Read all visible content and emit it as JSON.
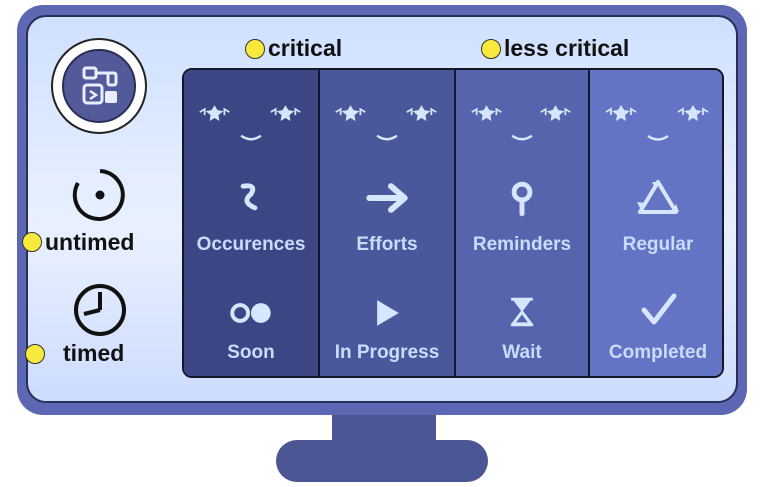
{
  "headers": {
    "critical": "critical",
    "less_critical": "less critical"
  },
  "side": {
    "untimed": "untimed",
    "timed": "timed"
  },
  "columns": [
    {
      "color": "#3c4685",
      "row1_label": "Occurences",
      "row1_icon": "squiggle-icon",
      "row2_label": "Soon",
      "row2_icon": "two-dots-icon"
    },
    {
      "color": "#4b579b",
      "row1_label": "Efforts",
      "row1_icon": "arrow-right-icon",
      "row2_label": "In Progress",
      "row2_icon": "play-icon"
    },
    {
      "color": "#5664ad",
      "row1_label": "Reminders",
      "row1_icon": "pin-icon",
      "row2_label": "Wait",
      "row2_icon": "hourglass-icon"
    },
    {
      "color": "#6473c4",
      "row1_label": "Regular",
      "row1_icon": "recycle-icon",
      "row2_label": "Completed",
      "row2_icon": "checkmark-icon"
    }
  ],
  "colors": {
    "monitor": "#5d67b4",
    "stand": "#4d5695",
    "marker": "#f7ea3d"
  }
}
